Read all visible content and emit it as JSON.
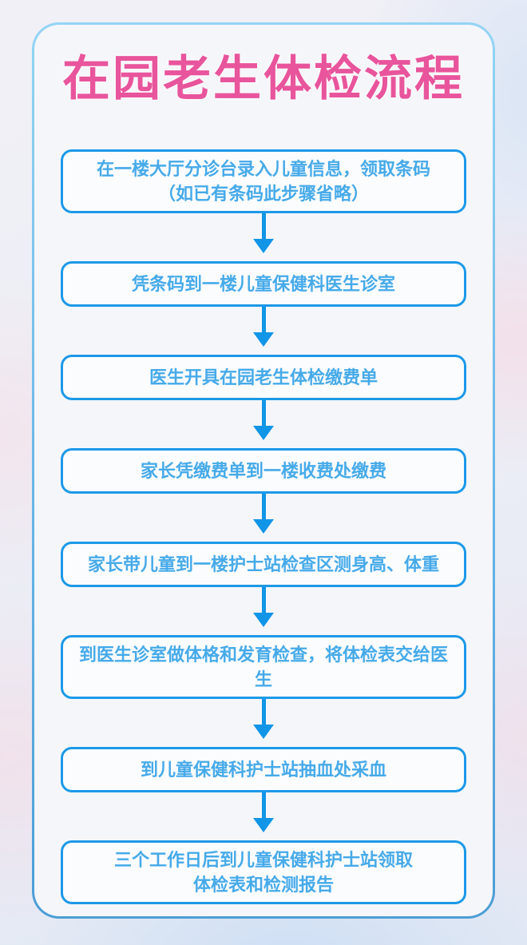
{
  "title": "在园老生体检流程",
  "colors": {
    "title_pink": "#e8559c",
    "box_border_blue": "#1c99e8",
    "box_text_blue": "#46aae9",
    "arrow_blue": "#1095e7",
    "card_border_blue_top": "#93d4f4",
    "card_border_blue_bottom": "#4c9dd5",
    "card_background": "#f5f6fa"
  },
  "steps": [
    {
      "text": "在一楼大厅分诊台录入儿童信息，领取条码\n（如已有条码此步骤省略）"
    },
    {
      "text": "凭条码到一楼儿童保健科医生诊室"
    },
    {
      "text": "医生开具在园老生体检缴费单"
    },
    {
      "text": "家长凭缴费单到一楼收费处缴费"
    },
    {
      "text": "家长带儿童到一楼护士站检查区测身高、体重"
    },
    {
      "text": "到医生诊室做体格和发育检查，将体检表交给医生"
    },
    {
      "text": "到儿童保健科护士站抽血处采血"
    },
    {
      "text": "三个工作日后到儿童保健科护士站领取\n体检表和检测报告"
    }
  ]
}
